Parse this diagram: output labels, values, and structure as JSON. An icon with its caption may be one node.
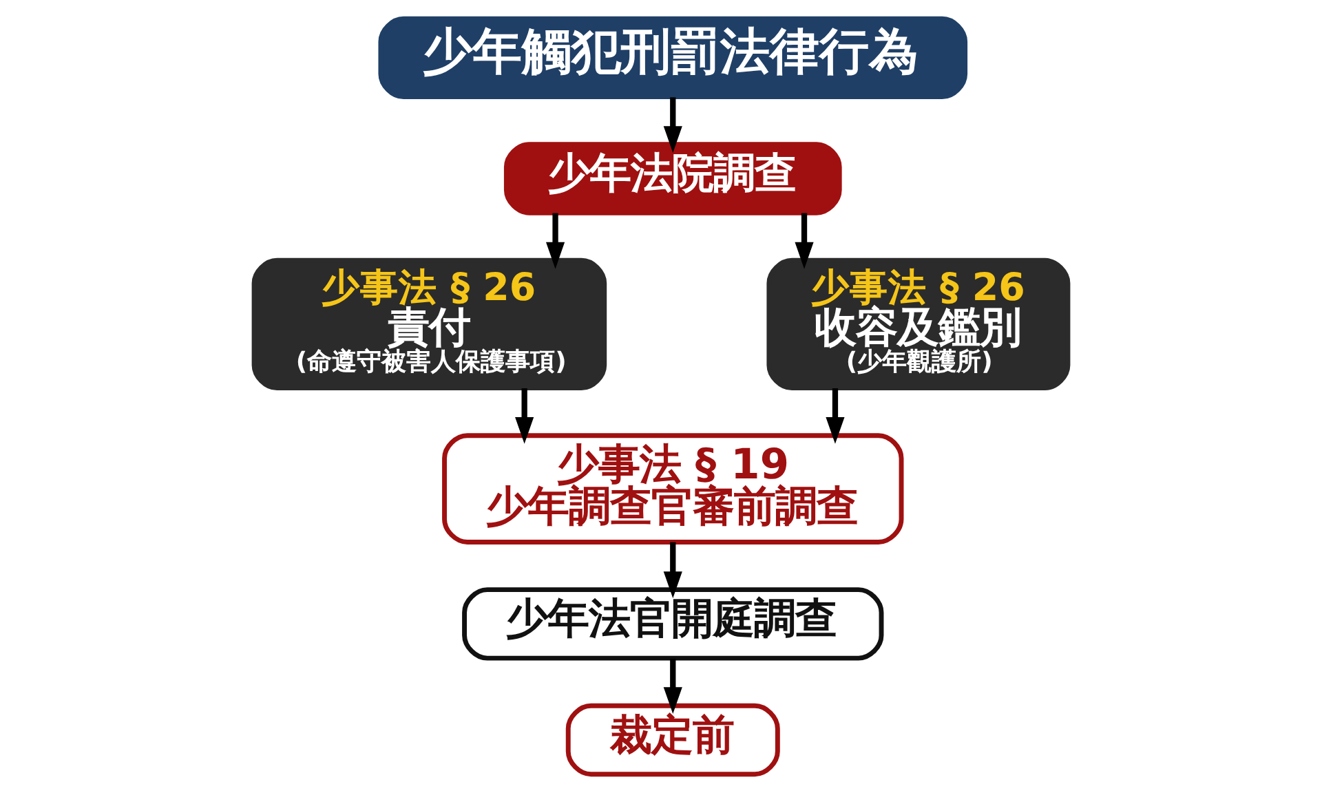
{
  "diagram": {
    "nodes": [
      {
        "text": [
          "少年觸犯刑罰法律行為"
        ]
      },
      {
        "text": [
          "少年法院調查"
        ]
      },
      {
        "text": [
          "少事法 § 26",
          "責付",
          "(命遵守被害人保護事項)"
        ]
      },
      {
        "text": [
          "少事法 § 26",
          "收容及鑑別",
          "(少年觀護所)"
        ]
      },
      {
        "text": [
          "少事法 § 19",
          "少年調查官審前調查"
        ]
      },
      {
        "text": [
          "少年法官開庭調查"
        ]
      },
      {
        "text": [
          "裁定前"
        ]
      }
    ],
    "edges": [
      {
        "from": 0,
        "to": 1,
        "arrow": "to"
      },
      {
        "from": 1,
        "to": 2,
        "arrow": "to"
      },
      {
        "from": 1,
        "to": 3,
        "arrow": "to"
      },
      {
        "from": 2,
        "to": 4,
        "arrow": "to"
      },
      {
        "from": 3,
        "to": 4,
        "arrow": "to"
      },
      {
        "from": 4,
        "to": 5,
        "arrow": "to"
      },
      {
        "from": 5,
        "to": 6,
        "arrow": "to"
      }
    ]
  }
}
